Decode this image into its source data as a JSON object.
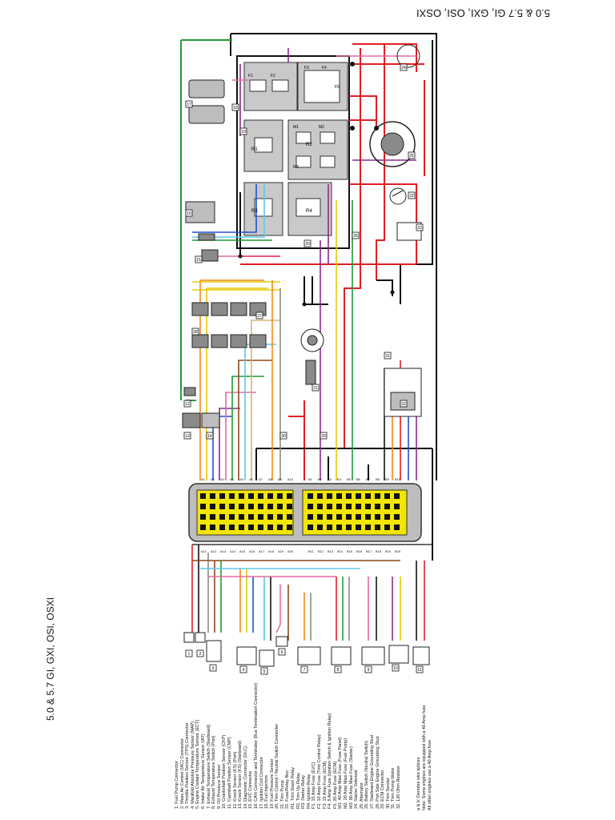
{
  "diagram": {
    "title_top": "5.0 & 5.7 GI, GXI, OSI, OSXI",
    "title_side": "5.0 & 5.7 GI, GXI, OSI, OSXI",
    "legend": [
      "1. Fuel Pump Connector",
      "2. Mass Air Control (IAC) Connector",
      "3. Throttle Position Sensor (TPS) Connector",
      "4. Manifold Absolute Pressure Sensor (MAP)",
      "5. Engine Coolant Temperature Sensor (ECT)",
      "6. Intake Air Temperature Sensor (IAT)",
      "7. Exhaust Temperature Switch (Starboard)",
      "8. Exhaust Temperature Switch (Port)",
      "9. Oil Pressure Sensor",
      "10. Crankshaft Position Sensor (CKP)",
      "11. Camshaft Position Sensor (CMP)",
      "12. Knock Sensor (KS) (Port)",
      "13. Knock Sensor (KS) (Starboard)",
      "14. Diagnostic Connector (DLC)",
      "15. EVC Connector",
      "16. CAN Connector and Terminator (Bus Termination Connector)",
      "17. Ignition Coil Connector",
      "18. Fuel Injectors",
      "19. Fuel Pressure Sensor",
      "20. Trim Control / Neutral Switch Connector",
      "21. Trim Pump",
      "22. Fuse/Relay Box",
      "R1. Trim Down Relay",
      "R2. Trim Up Relay",
      "R3. Starter Relay",
      "R4. Ignition Relay",
      "F1. 15 Amp Fuse (EVC)",
      "F2. 10 Amp Fuse (Trim Control Relay)",
      "F3. 15 Amp Fuse (ECM)",
      "F4. 5 Amp Fuse (Ignition Switch & Ignition Relay)",
      "F5. 20 Amp Fuse (ECM)",
      "M1. 40 Amp Maxi Fuse (Fuse Panel)",
      "M2. 20 Amp Maxi Fuse (Fuel Pump)",
      "M3. 80 Amp Maxi Fuse (Starter)",
      "24. Starter Solenoid",
      "25. Alternator",
      "26. Battery Switch (Neutral Switch)",
      "27. Starboard Engine Grounding Stud",
      "28. Port Side Engine Grounding Stud",
      "29. ECM Connector",
      "30. Trim Sender",
      "31. Trim Pump Motor",
      "32. 120 Ohm Resistor"
    ],
    "notes": [
      "a & b: Denotes wire splices",
      "Note: Some engines are equipped with a 40 Amp fuse",
      "All other engines use a 40 Amp fuse"
    ],
    "connector_pin_labels_a": [
      "A1",
      "A2",
      "A3",
      "A4",
      "A5",
      "A6",
      "A7",
      "A8",
      "A9",
      "A10",
      "A11",
      "A12",
      "A13",
      "A14",
      "A15",
      "A16",
      "A17",
      "A18",
      "A19",
      "A20"
    ],
    "connector_pin_labels_b": [
      "B1",
      "B2",
      "B3",
      "B4",
      "B5",
      "B6",
      "B7",
      "B8",
      "B9",
      "B10",
      "B11",
      "B12",
      "B13",
      "B14",
      "B15",
      "B16",
      "B17",
      "B18",
      "B19",
      "B20"
    ],
    "component_numbers": [
      "1",
      "2",
      "3",
      "4",
      "5",
      "6",
      "7",
      "8",
      "9",
      "10",
      "11",
      "12",
      "13",
      "14",
      "15",
      "16",
      "17",
      "18",
      "19",
      "20",
      "21",
      "22",
      "23",
      "24",
      "25",
      "26",
      "27",
      "28",
      "29",
      "30",
      "31",
      "32"
    ],
    "relay_labels": [
      "R1",
      "R2",
      "R3",
      "R4"
    ],
    "fuse_labels": [
      "F1",
      "F2",
      "F3",
      "F4",
      "F5",
      "M1",
      "M2",
      "M3"
    ],
    "wire_colors": {
      "red": "#e21e25",
      "black": "#111111",
      "orange": "#f08a1d",
      "yellow": "#e8c800",
      "green": "#1f9a3c",
      "blue": "#1f4fd6",
      "light_blue": "#5ec8e8",
      "purple": "#8a2a8c",
      "pink": "#e46aa6",
      "brown": "#8a4a1a",
      "gray": "#8a8a8a",
      "tan": "#d9b07a",
      "white": "#ffffff",
      "ecm_yellow": "#f2e600",
      "ecm_gray": "#bdbdbd",
      "relay_box": "#c9c9c9"
    }
  }
}
